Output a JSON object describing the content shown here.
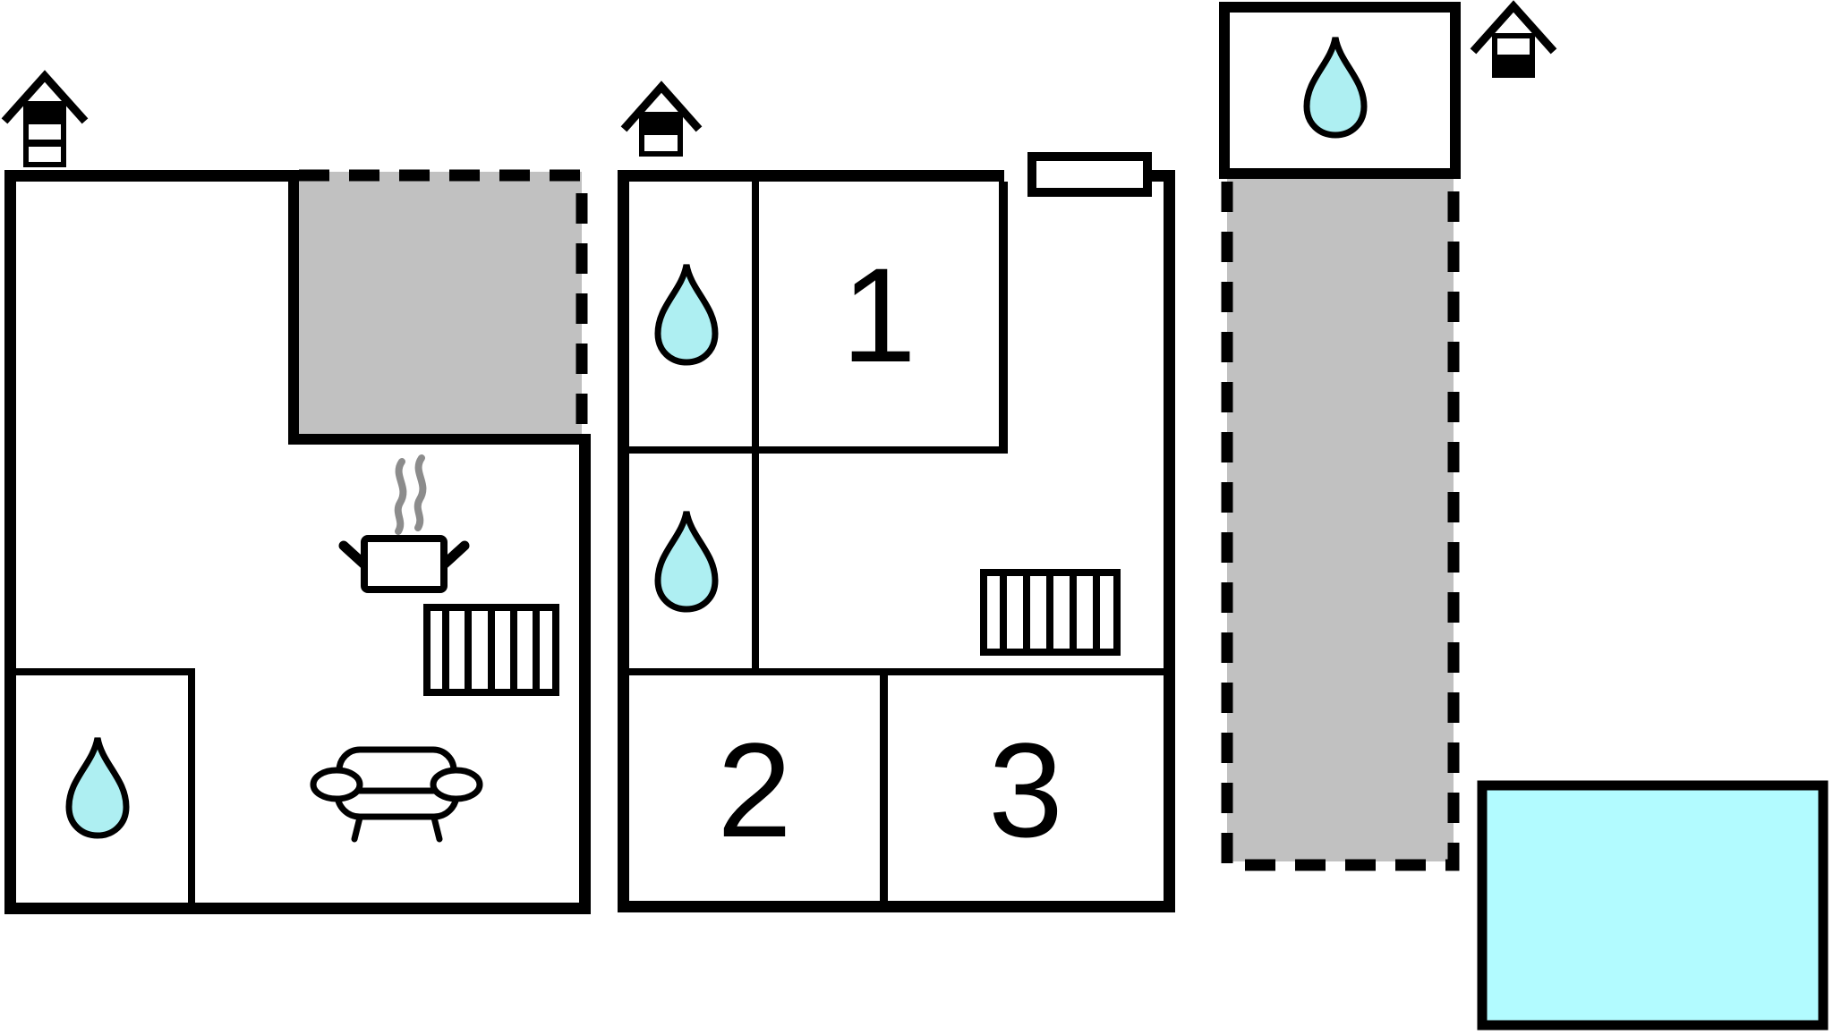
{
  "floorplan": {
    "room_labels": {
      "room1": "1",
      "room2": "2",
      "room3": "3"
    },
    "colors": {
      "wall": "#000000",
      "terrace": "#c1c1c1",
      "water": "#aeeff2",
      "pool": "#b2fbff",
      "steam": "#8c8c8c",
      "background": "#ffffff"
    },
    "icons": {
      "wood_stove": "wood-stove-icon",
      "water_drop": "water-drop-icon",
      "radiator": "radiator-icon",
      "cooking_pot": "cooking-pot-icon",
      "sofa": "sofa-icon",
      "window": "window-icon",
      "terrace": "terrace-area",
      "pool": "pool-area"
    }
  }
}
